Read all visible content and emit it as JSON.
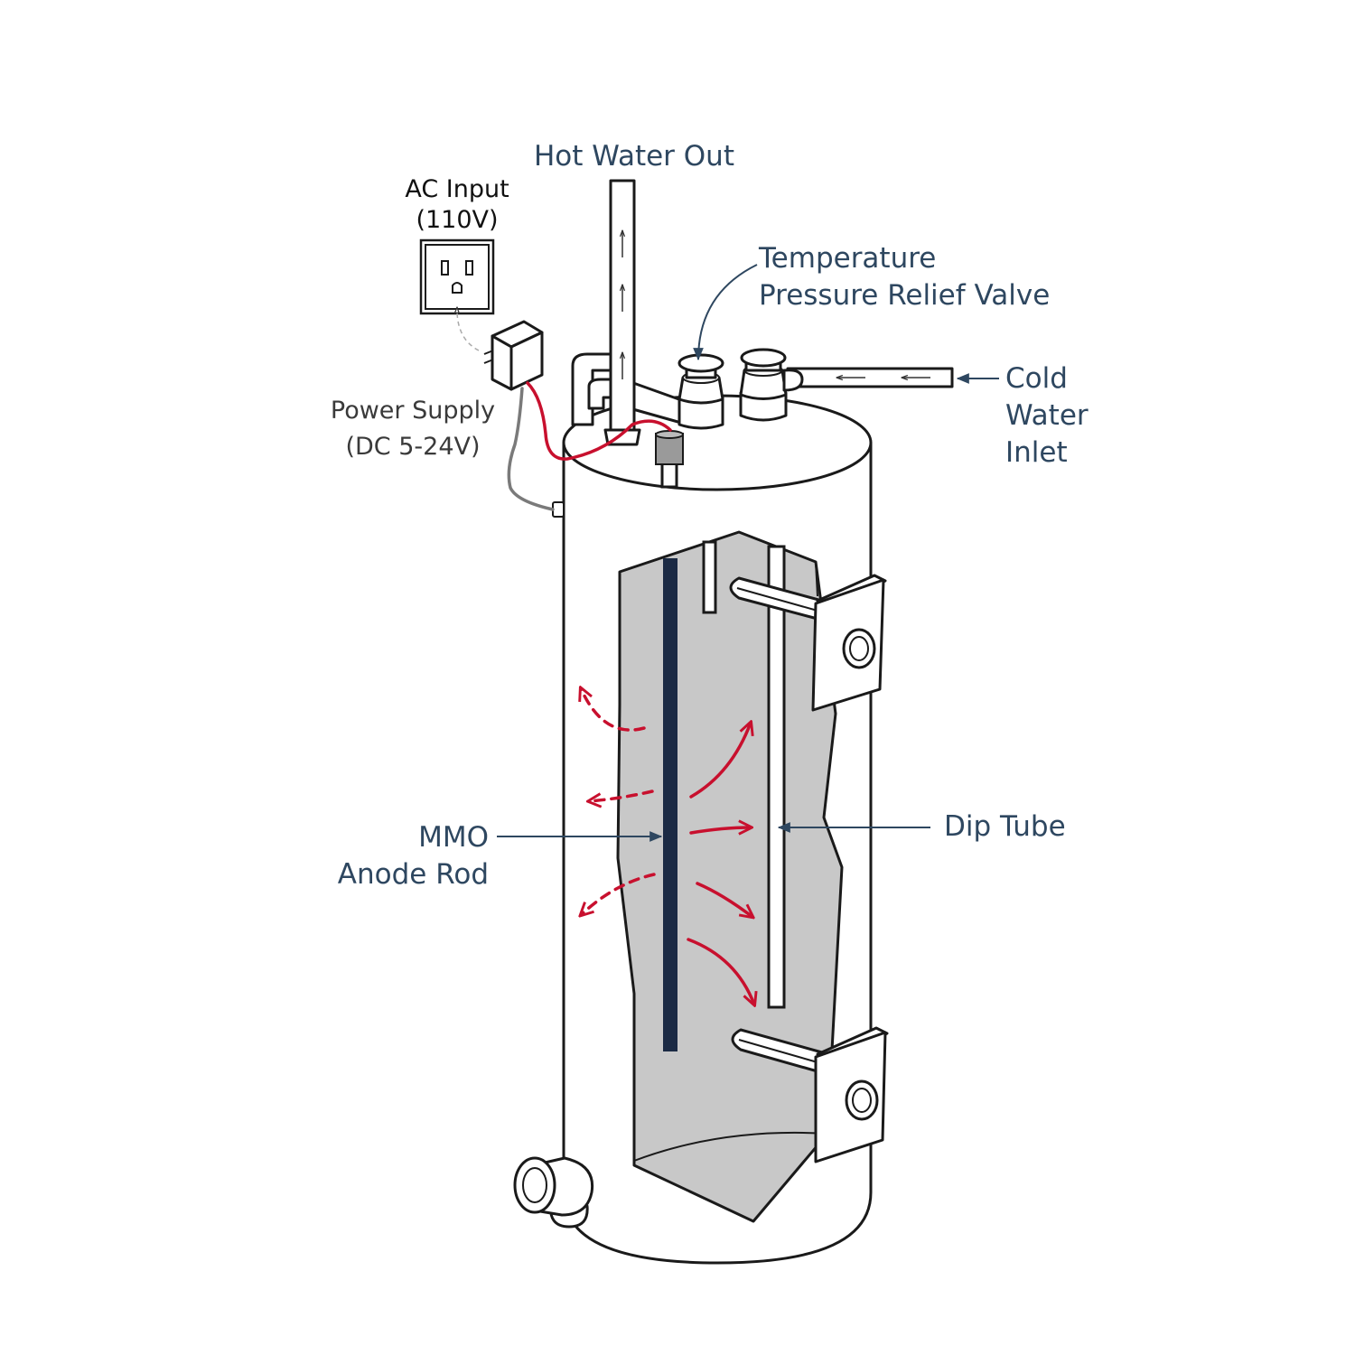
{
  "labels": {
    "hot_water_out": "Hot Water Out",
    "ac_input_line1": "AC Input",
    "ac_input_line2": "(110V)",
    "temperature_line1": "Temperature",
    "temperature_line2": "Pressure Relief Valve",
    "cold_line1": "Cold",
    "cold_line2": "Water",
    "cold_line3": "Inlet",
    "power_supply_line1": "Power Supply",
    "power_supply_line2": "(DC 5-24V)",
    "dip_tube": "Dip Tube",
    "mmo_line1": "MMO",
    "mmo_line2": "Anode Rod"
  },
  "colors": {
    "label_text": "#2e4760",
    "current_arrows": "#c8102e",
    "anode_rod": "#1b2a44",
    "tank_interior": "#c8c8c8",
    "outline": "#1a1a1a",
    "ground_wire": "#7a7a7a",
    "power_wire": "#c8102e"
  }
}
